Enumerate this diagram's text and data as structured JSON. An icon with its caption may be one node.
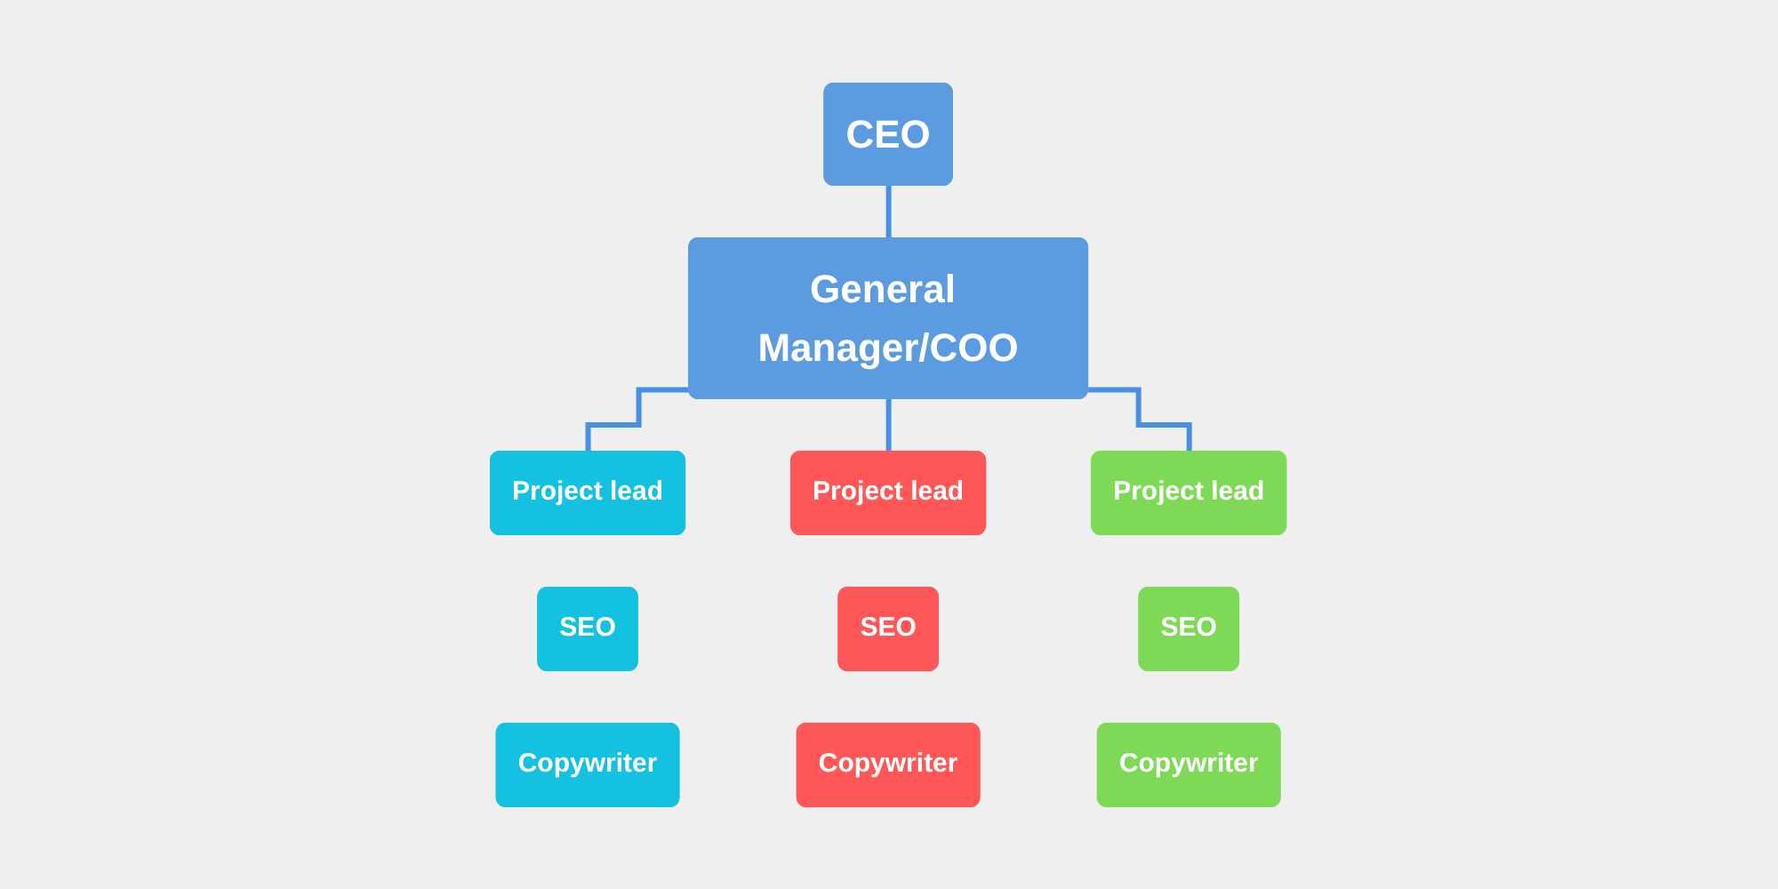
{
  "diagram": {
    "nodes": [
      {
        "text": [
          "CEO"
        ]
      },
      {
        "text": [
          "General Manager/COO"
        ]
      },
      {
        "text": [
          "Project lead"
        ]
      },
      {
        "text": [
          "SEO"
        ]
      },
      {
        "text": [
          "Copywriter"
        ]
      },
      {
        "text": [
          "Project lead"
        ]
      },
      {
        "text": [
          "SEO"
        ]
      },
      {
        "text": [
          "Copywriter"
        ]
      },
      {
        "text": [
          "Project lead"
        ]
      },
      {
        "text": [
          "SEO"
        ]
      },
      {
        "text": [
          "Copywriter"
        ]
      }
    ],
    "edges": [
      {
        "from": 0,
        "to": 1,
        "arrow": "none"
      },
      {
        "from": 1,
        "to": 2,
        "arrow": "none"
      },
      {
        "from": 1,
        "to": 5,
        "arrow": "none"
      },
      {
        "from": 1,
        "to": 8,
        "arrow": "none"
      }
    ]
  }
}
